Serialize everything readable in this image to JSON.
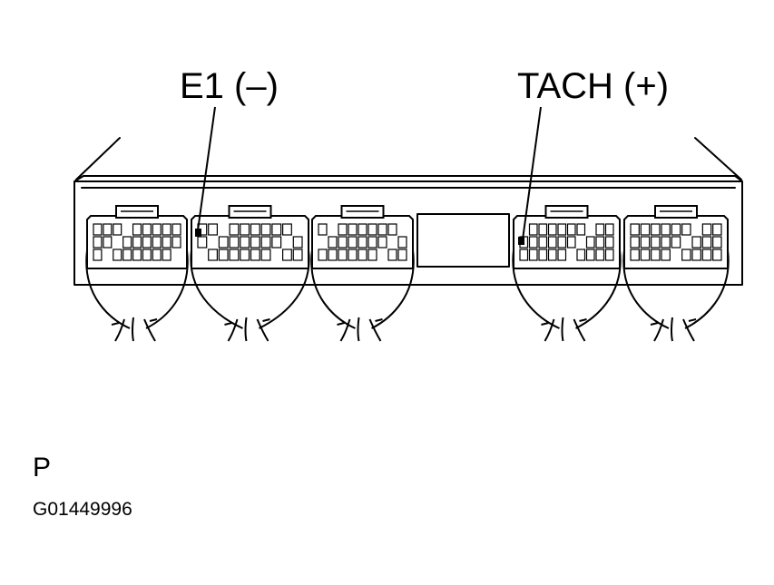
{
  "diagram": {
    "labels": {
      "e1": "E1 (–)",
      "tach": "TACH (+)",
      "view": "P",
      "figure_code": "G01449996"
    }
  }
}
